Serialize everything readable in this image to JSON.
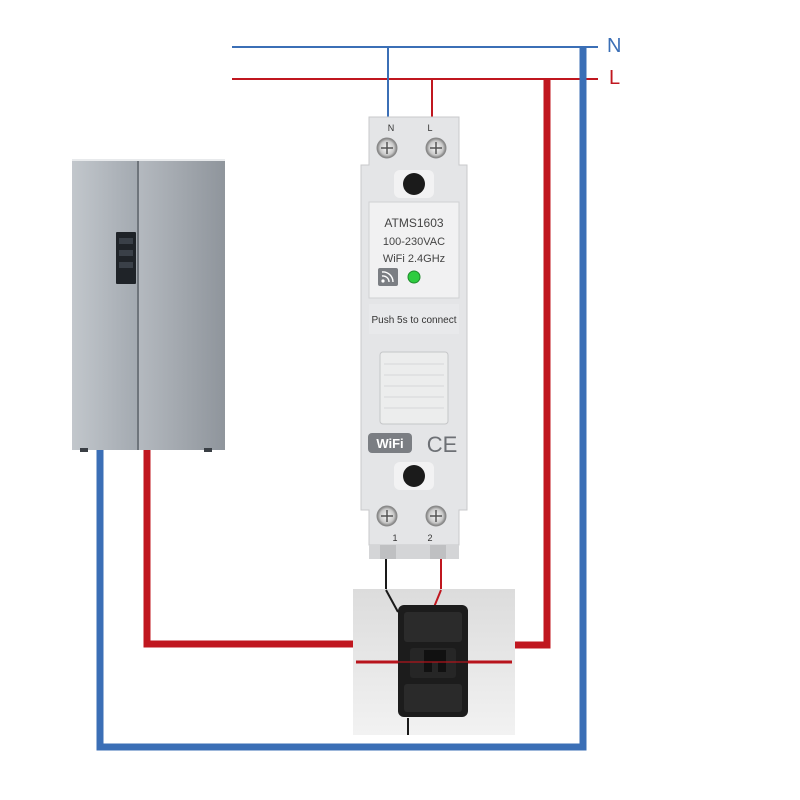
{
  "bus": {
    "neutral_label": "N",
    "line_label": "L"
  },
  "device": {
    "model": "ATMS1603",
    "voltage": "100-230VAC",
    "wifi": "WiFi 2.4GHz",
    "button_text": "Push 5s to connect",
    "terminal_top_n": "N",
    "terminal_top_l": "L",
    "terminal_bottom_1": "1",
    "terminal_bottom_2": "2",
    "wifi_logo_text": "WiFi",
    "ce_mark": "CE"
  },
  "colors": {
    "neutral_wire": "#3b6fb6",
    "line_wire": "#c0171f",
    "device_body": "#e4e5e7",
    "status_led": "#2ecc40"
  }
}
